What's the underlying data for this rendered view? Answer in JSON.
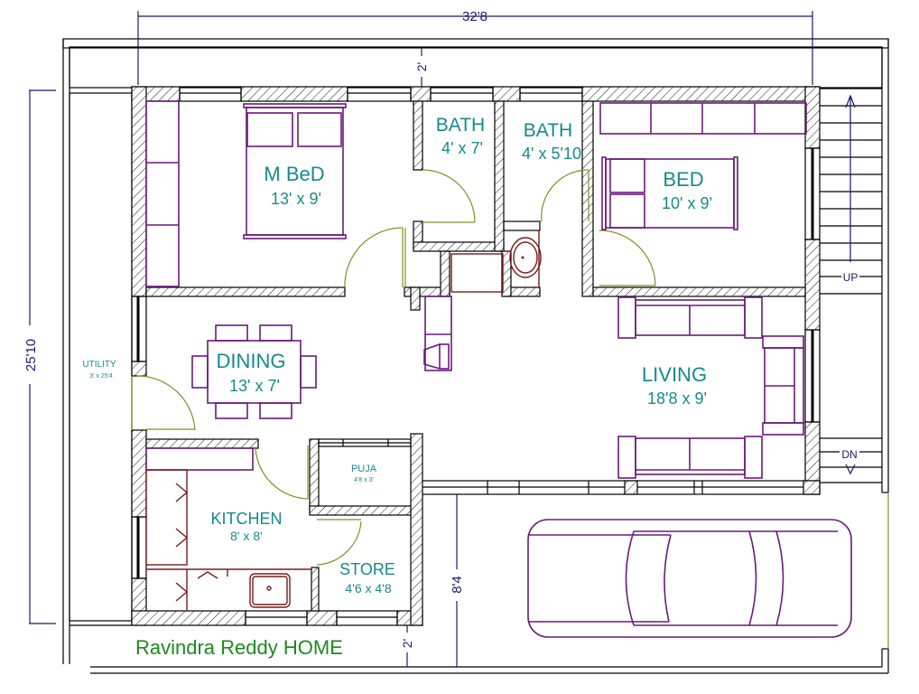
{
  "title": "Ravindra Reddy  HOME",
  "colors": {
    "room_label": "#178a8a",
    "dimension": "#1a1a6e",
    "furniture": "#6a1b7a",
    "kitchen_fixture": "#7a1a1a",
    "door_swing": "#8a8a2a",
    "title": "#1e8a1e",
    "wall": "#000000"
  },
  "dimensions": {
    "overall_width": "32'8",
    "overall_depth": "25'10",
    "front_setback_top": "2'",
    "bottom_setback": "2'",
    "parking_depth": "8'4"
  },
  "rooms": {
    "master_bed": {
      "name": "M BeD",
      "size": "13' x 9'"
    },
    "bath_1": {
      "name": "BATH",
      "size": "4' x 7'"
    },
    "bath_2": {
      "name": "BATH",
      "size": "4' x 5'10"
    },
    "bed": {
      "name": "BED",
      "size": "10' x 9'"
    },
    "dining": {
      "name": "DINING",
      "size": "13' x 7'"
    },
    "living": {
      "name": "LIVING",
      "size": "18'8 x 9'"
    },
    "utility": {
      "name": "UTILITY",
      "size": "3' x 25'4"
    },
    "kitchen": {
      "name": "KITCHEN",
      "size": "8' x 8'"
    },
    "puja": {
      "name": "PUJA",
      "size": "4'8 x 3'"
    },
    "store": {
      "name": "STORE",
      "size": "4'6 x 4'8"
    }
  },
  "stairs": {
    "up_label": "UP",
    "down_label": "DN"
  }
}
